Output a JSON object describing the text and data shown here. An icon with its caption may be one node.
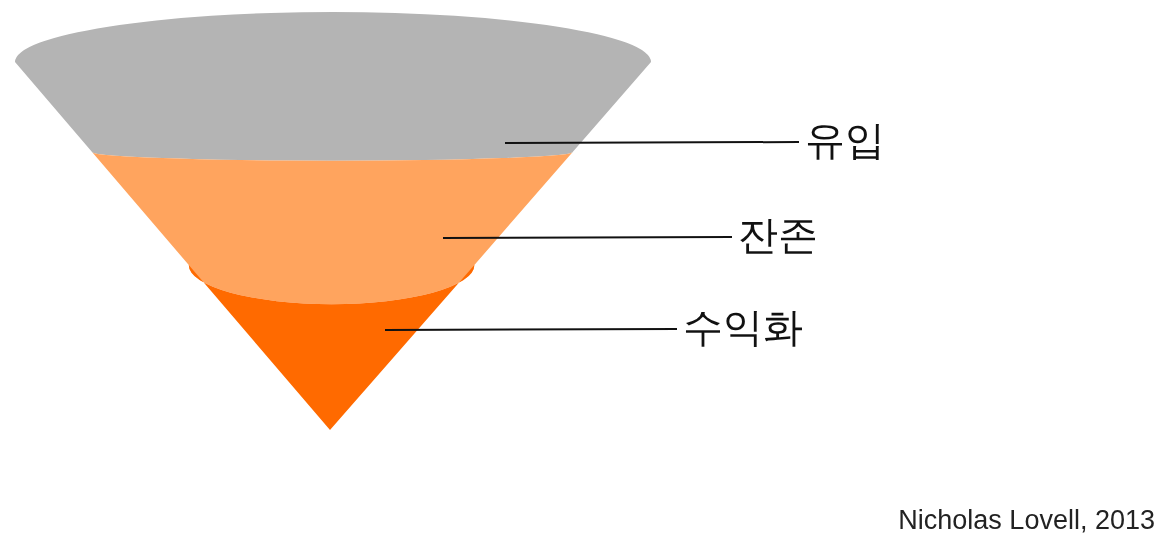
{
  "diagram": {
    "caption": "Nicholas Lovell, 2013",
    "nodes": [
      {
        "text": [],
        "shape": "band"
      },
      {
        "text": [],
        "shape": "band"
      },
      {
        "text": [],
        "shape": "cone"
      },
      {
        "text": [
          "유입"
        ]
      },
      {
        "text": [
          "잔존"
        ]
      },
      {
        "text": [
          "수익화"
        ]
      }
    ],
    "edges": [
      {
        "from": 3,
        "to": 0,
        "arrow": "none"
      },
      {
        "from": 4,
        "to": 1,
        "arrow": "none"
      },
      {
        "from": 5,
        "to": 2,
        "arrow": "none"
      }
    ]
  }
}
